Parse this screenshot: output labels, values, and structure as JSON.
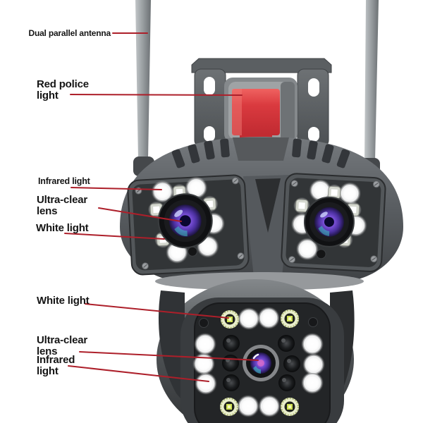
{
  "diagram": {
    "subject": "dual-lens security camera with callout annotations",
    "background": "#ffffff"
  },
  "annotations": [
    {
      "id": "dual-antenna",
      "label": "Dual parallel antenna"
    },
    {
      "id": "red-police-light",
      "label": "Red police\nlight"
    },
    {
      "id": "infrared-light-top",
      "label": "Infrared light"
    },
    {
      "id": "ultra-clear-lens-top",
      "label": "Ultra-clear\nlens"
    },
    {
      "id": "white-light-top",
      "label": "White light"
    },
    {
      "id": "white-light-bottom",
      "label": "White light"
    },
    {
      "id": "ultra-clear-lens-bottom",
      "label": "Ultra-clear\nlens"
    },
    {
      "id": "infrared-light-bottom",
      "label": "Infrared\nlight"
    }
  ],
  "colors": {
    "leader_line": "#ad1f2a",
    "label_text": "#151515",
    "beacon_red": "#d93a3f",
    "body_gray": "#54585c",
    "panel_dark": "#232527",
    "led_white": "#ffffff",
    "led_yellow_green": "#cfe051",
    "lens_iris_purple": "#6a4bd8"
  }
}
